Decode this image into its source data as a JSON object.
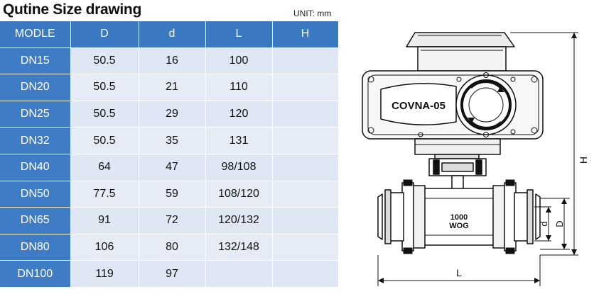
{
  "title": "Qutine Size drawing",
  "unit": "UNIT: mm",
  "table": {
    "headers": [
      "MODLE",
      "D",
      "d",
      "L",
      "H"
    ],
    "rows": [
      [
        "DN15",
        "50.5",
        "16",
        "100",
        ""
      ],
      [
        "DN20",
        "50.5",
        "21",
        "110",
        ""
      ],
      [
        "DN25",
        "50.5",
        "29",
        "120",
        ""
      ],
      [
        "DN32",
        "50.5",
        "35",
        "131",
        ""
      ],
      [
        "DN40",
        "64",
        "47",
        "98/108",
        ""
      ],
      [
        "DN50",
        "77.5",
        "59",
        "108/120",
        ""
      ],
      [
        "DN65",
        "91",
        "72",
        "120/132",
        ""
      ],
      [
        "DN80",
        "106",
        "80",
        "132/148",
        ""
      ],
      [
        "DN100",
        "119",
        "97",
        "",
        ""
      ]
    ]
  },
  "drawing": {
    "brand": "COVNA-05",
    "rating_top": "1000",
    "rating_bottom": "WOG",
    "dim_H": "H",
    "dim_L": "L",
    "dim_D": "D",
    "dim_d": "d"
  },
  "colors": {
    "header_blue": "#3a78c2",
    "model_blue": "#3f7cc6",
    "cell_light": "#dfe7f4"
  }
}
